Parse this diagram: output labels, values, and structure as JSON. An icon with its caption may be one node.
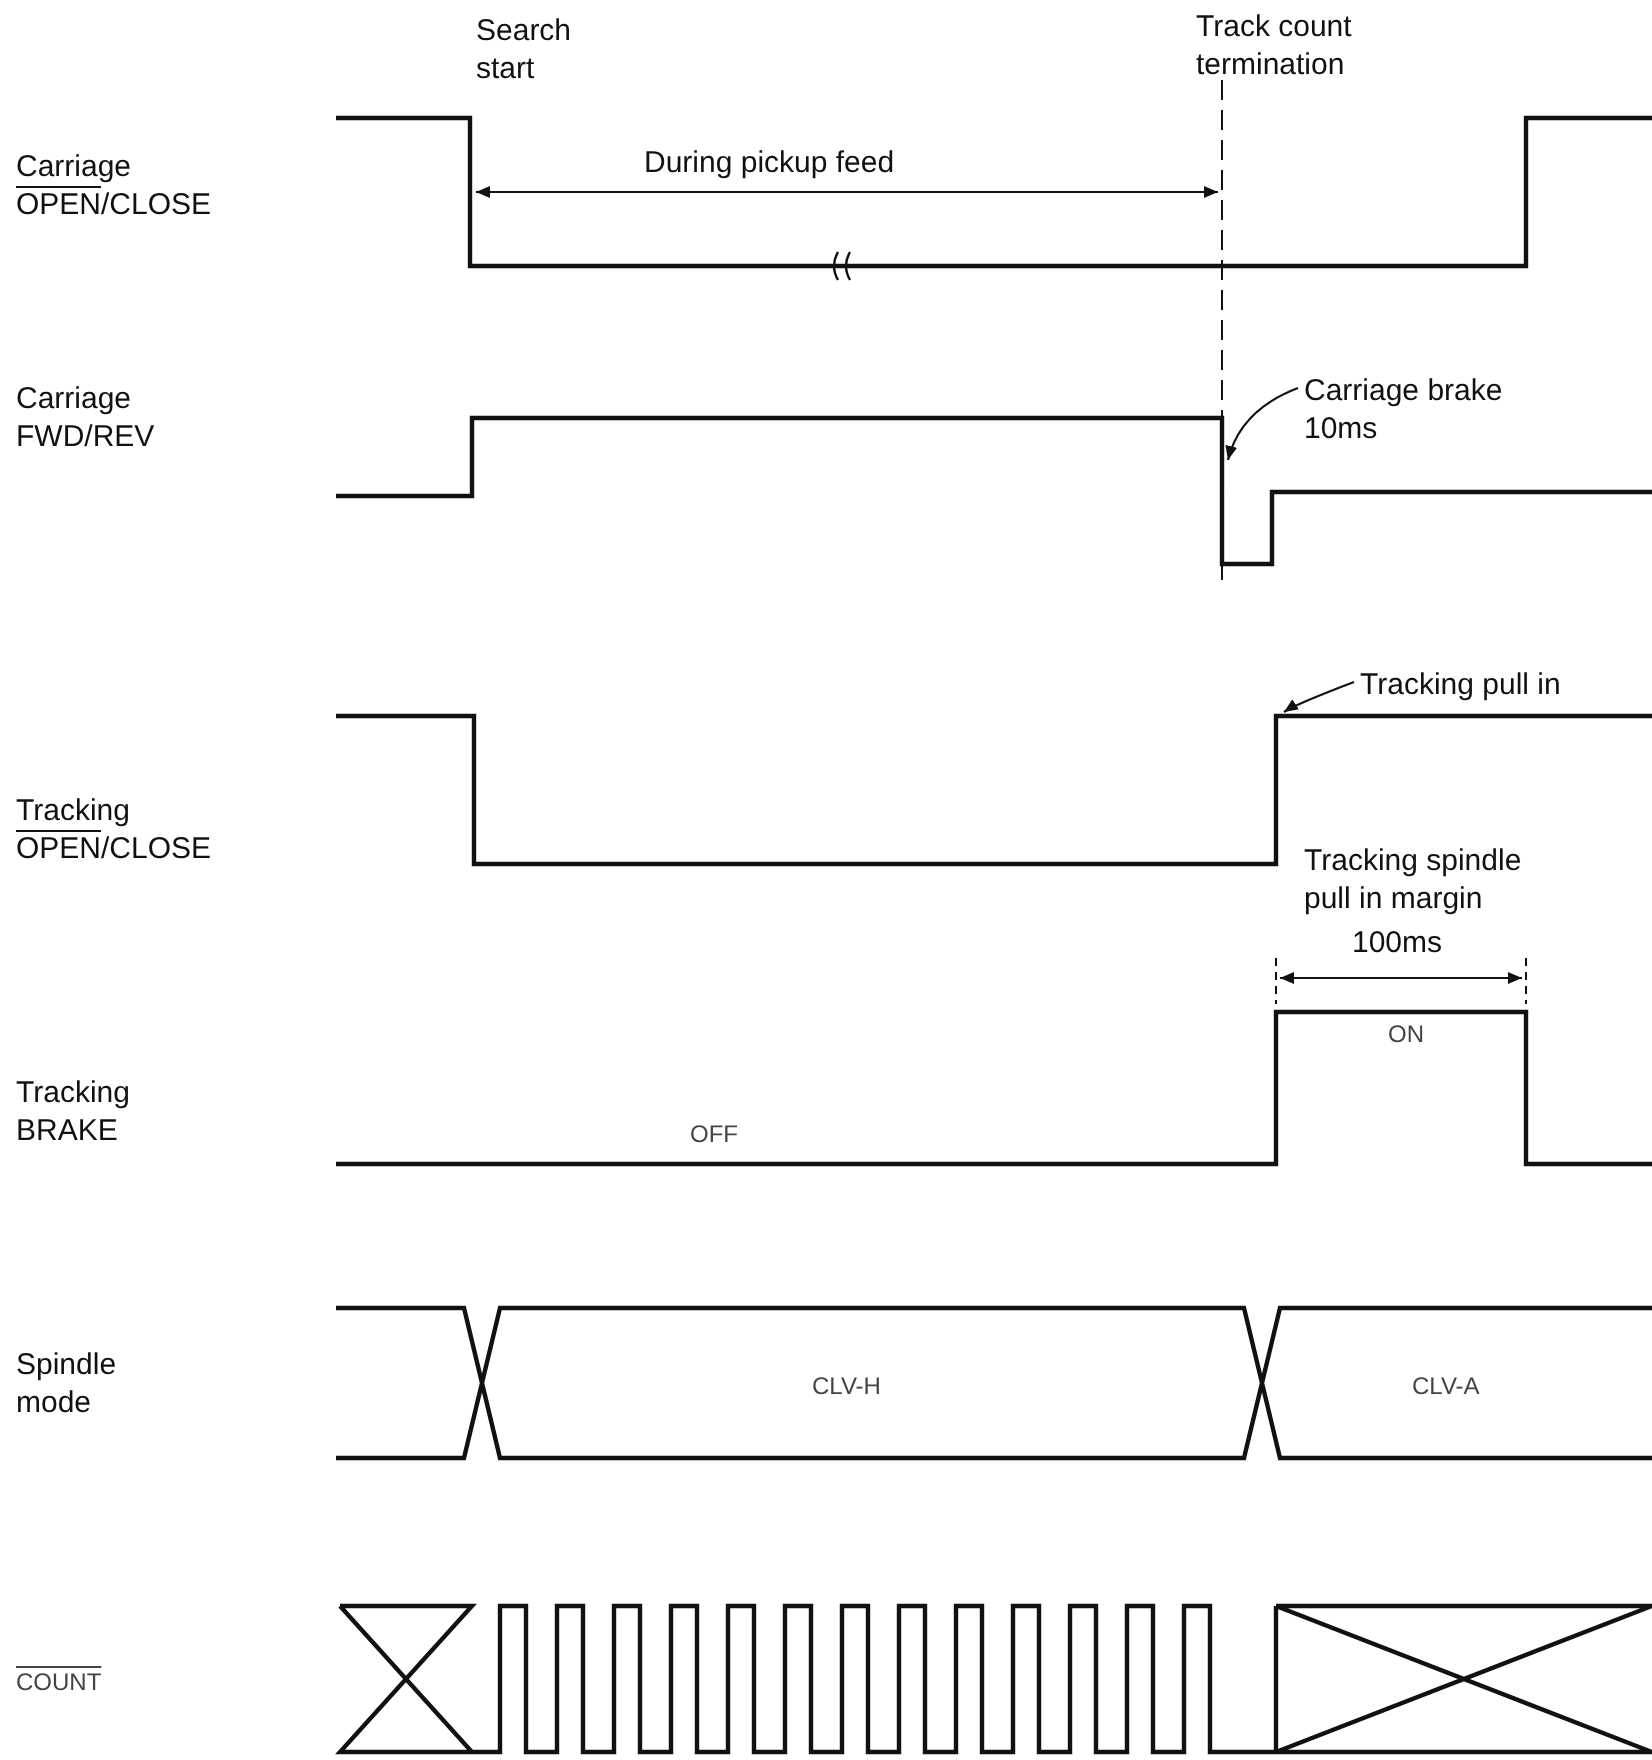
{
  "diagram": {
    "nodes": [
      {
        "text": [
          "Carriage brake 10ms"
        ]
      },
      {
        "text": [
          "Tracking pull in"
        ]
      }
    ],
    "edges": [
      {
        "from": 0,
        "to": null,
        "arrow": "to"
      },
      {
        "from": 1,
        "to": null,
        "arrow": "to"
      }
    ],
    "labels": [
      "Search start",
      "Track count termination",
      "Carriage OPEN/CLOSE",
      "During pickup feed",
      "Carriage FWD/REV",
      "Tracking OPEN/CLOSE",
      "Tracking spindle pull in margin",
      "100ms",
      "Tracking BRAKE",
      "ON",
      "OFF",
      "Spindle mode",
      "CLV-H",
      "CLV-A",
      "COUNT"
    ]
  }
}
